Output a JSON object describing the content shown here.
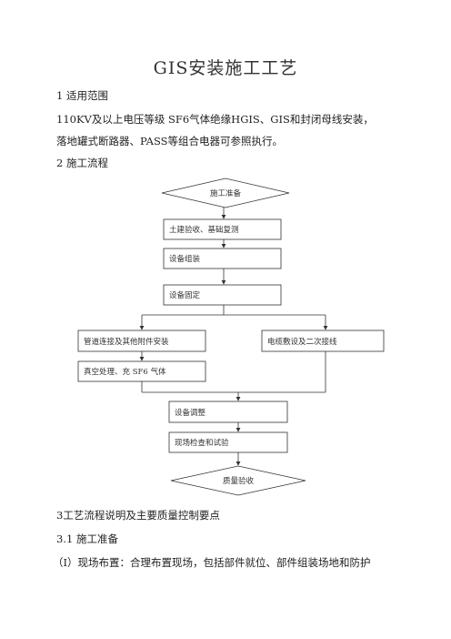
{
  "doc": {
    "title": "GIS安装施工工艺",
    "s1_heading": "1 适用范围",
    "s1_line1": "110KV及以上电压等级 SF6气体绝缘HGIS、GIS和封闭母线安装，",
    "s1_line2": "落地罐式断路器、PASS等组合电器可参照执行。",
    "s2_heading": "2 施工流程",
    "s3_heading": "3工艺流程说明及主要质量控制要点",
    "s31_heading": "3.1  施工准备",
    "s31_item1": "（I）现场布置：合理布置现场，包括部件就位、部件组装场地和防护"
  },
  "flowchart": {
    "start": "施工准备",
    "step1": "土建验收、基础复测",
    "step2": "设备组装",
    "step3": "设备固定",
    "left_branch_1": "管道连接及其他附件安装",
    "left_branch_2": "真空处理、充 SF6 气体",
    "right_branch": "电缆敷设及二次接线",
    "step4": "设备调整",
    "step5": "现场检查和试验",
    "end": "质量验收"
  }
}
